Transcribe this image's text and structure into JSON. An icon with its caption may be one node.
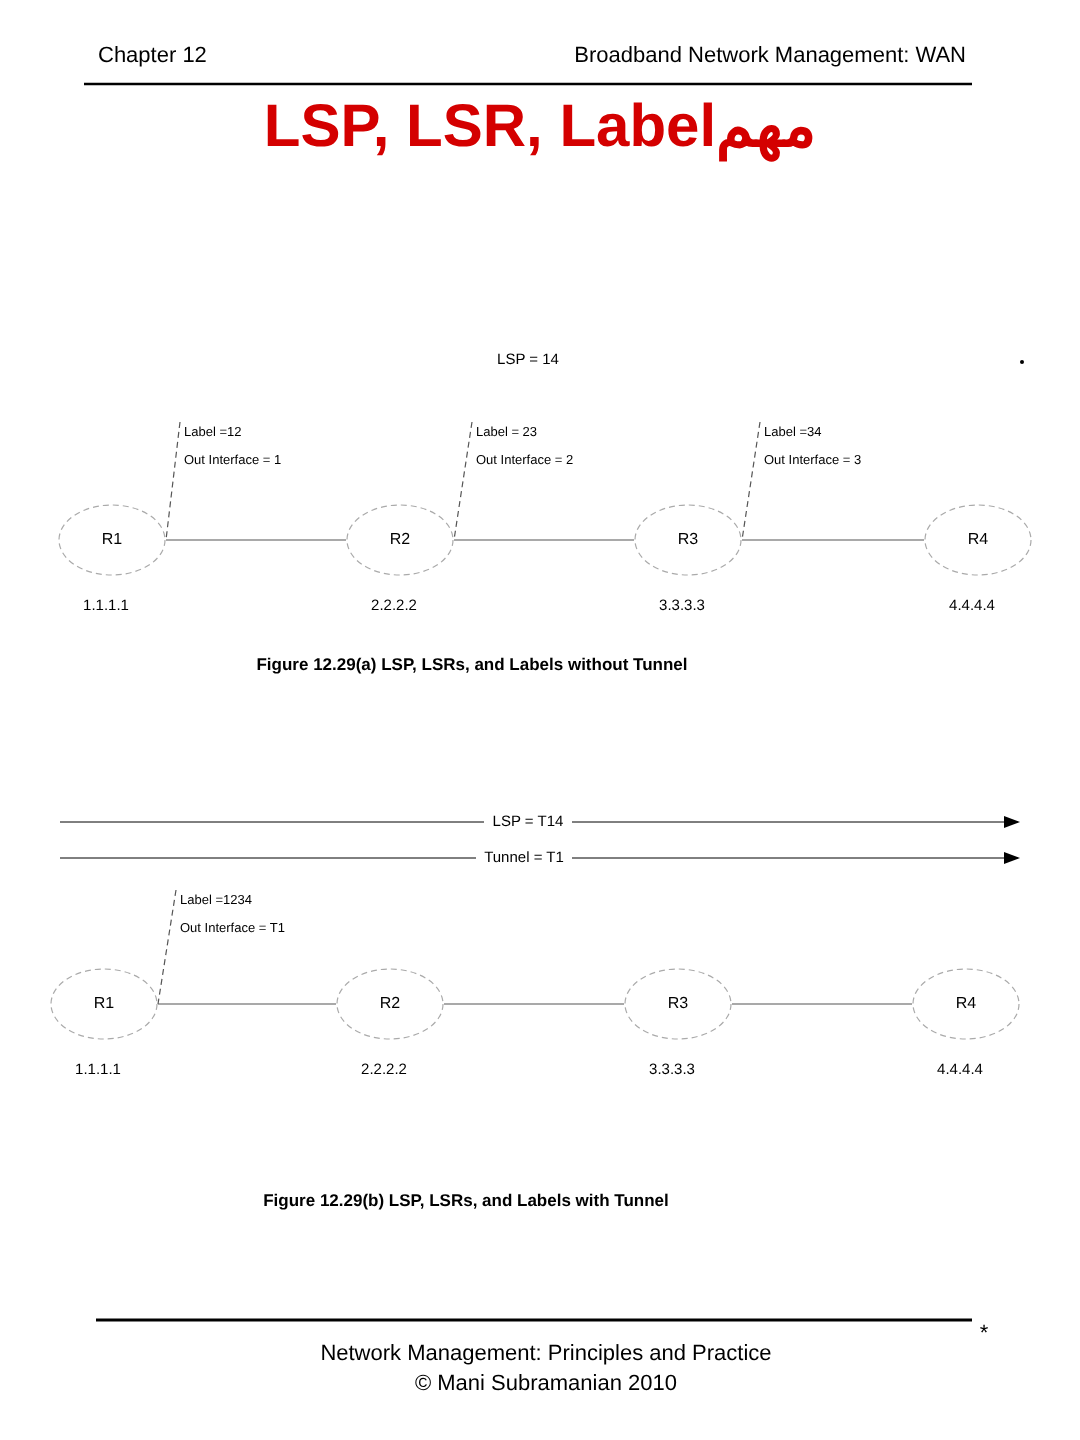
{
  "diagram": {
    "title": "LSP, LSR, Labelمهم",
    "nodes": [
      {
        "text": [
          "Label =12",
          "Out Interface = 1"
        ]
      },
      {
        "text": [
          "Label = 23",
          "Out Interface = 2"
        ]
      },
      {
        "text": [
          "Label =34",
          "Out Interface = 3"
        ]
      },
      {
        "text": [
          "R1"
        ],
        "beside": [
          "1.1.1.1"
        ]
      },
      {
        "text": [
          "R2"
        ],
        "beside": [
          "2.2.2.2"
        ]
      },
      {
        "text": [
          "R3"
        ],
        "beside": [
          "3.3.3.3"
        ]
      },
      {
        "text": [
          "R4"
        ],
        "beside": [
          "4.4.4.4"
        ]
      },
      {
        "text": [
          "Label =1234",
          "Out Interface = T1"
        ]
      },
      {
        "text": [
          "R1"
        ],
        "beside": [
          "1.1.1.1"
        ]
      },
      {
        "text": [
          "R2"
        ],
        "beside": [
          "2.2.2.2"
        ]
      },
      {
        "text": [
          "R3"
        ],
        "beside": [
          "3.3.3.3"
        ]
      },
      {
        "text": [
          "R4"
        ],
        "beside": [
          "4.4.4.4"
        ]
      }
    ],
    "edges": [
      {
        "from": 0,
        "to": 3,
        "arrow": "none",
        "style": "dashed"
      },
      {
        "from": 1,
        "to": 4,
        "arrow": "none",
        "style": "dashed"
      },
      {
        "from": 2,
        "to": 5,
        "arrow": "none",
        "style": "dashed"
      },
      {
        "from": 3,
        "to": 4,
        "arrow": "none"
      },
      {
        "from": 4,
        "to": 5,
        "arrow": "none"
      },
      {
        "from": 5,
        "to": 6,
        "arrow": "none"
      },
      {
        "from": 7,
        "to": 8,
        "arrow": "none",
        "style": "dashed"
      },
      {
        "from": 8,
        "to": 9,
        "arrow": "none"
      },
      {
        "from": 9,
        "to": 10,
        "arrow": "none"
      },
      {
        "from": 10,
        "to": 11,
        "arrow": "none"
      }
    ],
    "labels": [
      "Chapter 12",
      "Broadband Network Management: WAN",
      "LSP = 14",
      "Figure 12.29(a)  LSP, LSRs, and Labels without Tunnel",
      "LSP = T14",
      "Tunnel = T1",
      "Figure 12.29(b)  LSP, LSRs, and Labels with Tunnel",
      "*",
      "Network Management: Principles and Practice",
      "© Mani Subramanian 2010"
    ]
  }
}
